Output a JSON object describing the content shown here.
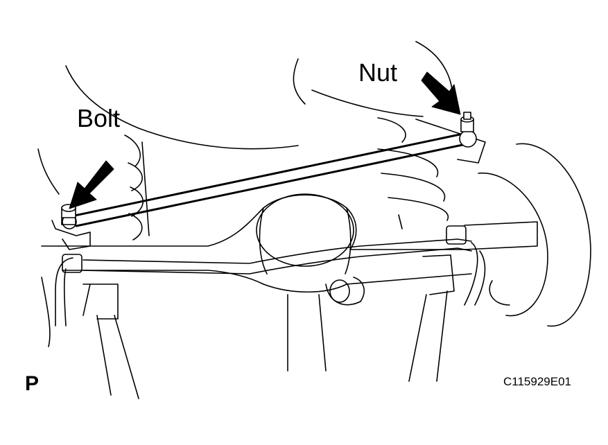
{
  "labels": {
    "bolt": "Bolt",
    "nut": "Nut",
    "page_letter": "P",
    "figure_code": "C115929E01"
  },
  "colors": {
    "line": "#000000",
    "background": "#ffffff"
  }
}
